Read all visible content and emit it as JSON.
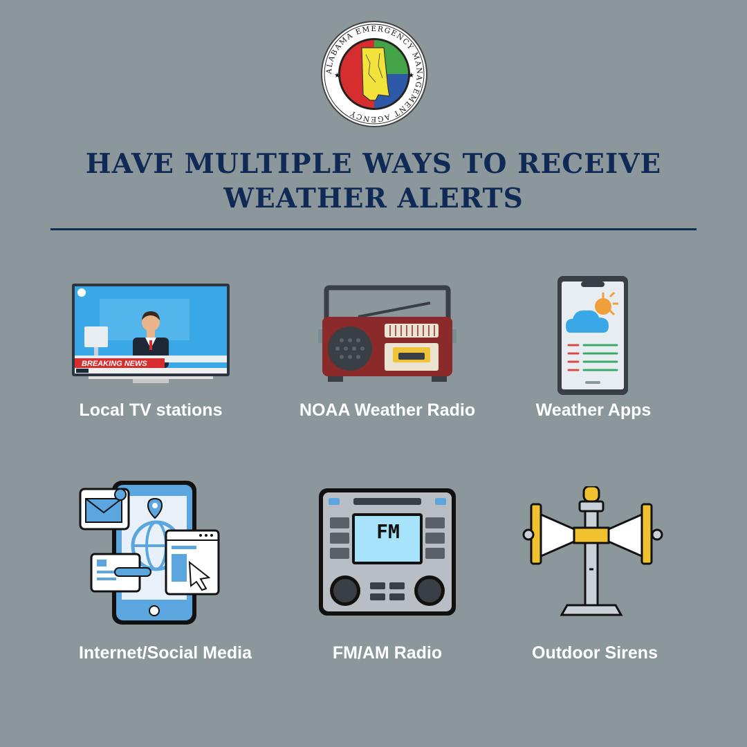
{
  "seal": {
    "arc_text": "ALABAMA EMERGENCY MANAGEMENT AGENCY",
    "colors": [
      "#d62e2e",
      "#f2e33a",
      "#43a347",
      "#2c5aa8"
    ]
  },
  "header": {
    "title_line1": "HAVE  MULTIPLE  WAYS  TO RECEIVE",
    "title_line2": "WEATHER  ALERTS",
    "color": "#0f2a55"
  },
  "items": [
    {
      "label": "Local TV stations",
      "icon": "tv-icon",
      "tv_banner": "BREAKING NEWS"
    },
    {
      "label": "NOAA Weather Radio",
      "icon": "radio-icon"
    },
    {
      "label": "Weather Apps",
      "icon": "weather-app-icon"
    },
    {
      "label": "Internet/Social Media",
      "icon": "social-media-icon"
    },
    {
      "label": "FM/AM Radio",
      "icon": "car-radio-icon",
      "display": "FM"
    },
    {
      "label": "Outdoor Sirens",
      "icon": "siren-icon"
    }
  ],
  "background": "#8c979c"
}
